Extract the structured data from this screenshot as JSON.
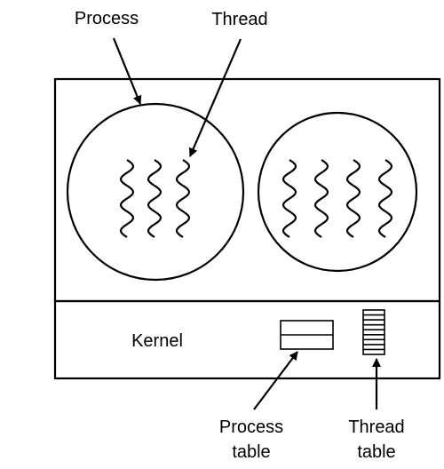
{
  "labels": {
    "process": "Process",
    "thread": "Thread",
    "kernel": "Kernel",
    "process_table_line1": "Process",
    "process_table_line2": "table",
    "thread_table_line1": "Thread",
    "thread_table_line2": "table"
  },
  "processes": [
    {
      "thread_count": 3
    },
    {
      "thread_count": 4
    }
  ],
  "thread_table": {
    "row_count": 9
  }
}
